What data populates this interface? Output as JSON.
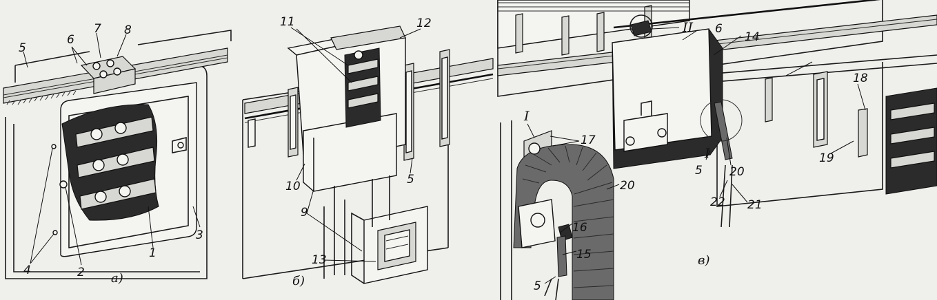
{
  "panel_captions": {
    "a": "а)",
    "b": "б)",
    "c": "в)"
  },
  "roman_marks": {
    "I_left": "I",
    "I_right": "I",
    "II": "II"
  },
  "callouts": {
    "n1": "1",
    "n2": "2",
    "n3": "3",
    "n4": "4",
    "n5_a": "5",
    "n5_b": "5",
    "n5_c": "5",
    "n5_d": "5",
    "n6_a": "6",
    "n6_c": "6",
    "n7": "7",
    "n8": "8",
    "n9": "9",
    "n10": "10",
    "n11": "11",
    "n12": "12",
    "n13": "13",
    "n14": "14",
    "n15": "15",
    "n16": "16",
    "n17": "17",
    "n18": "18",
    "n19": "19",
    "n20_a": "20",
    "n20_b": "20",
    "n21": "21",
    "n22": "22"
  }
}
